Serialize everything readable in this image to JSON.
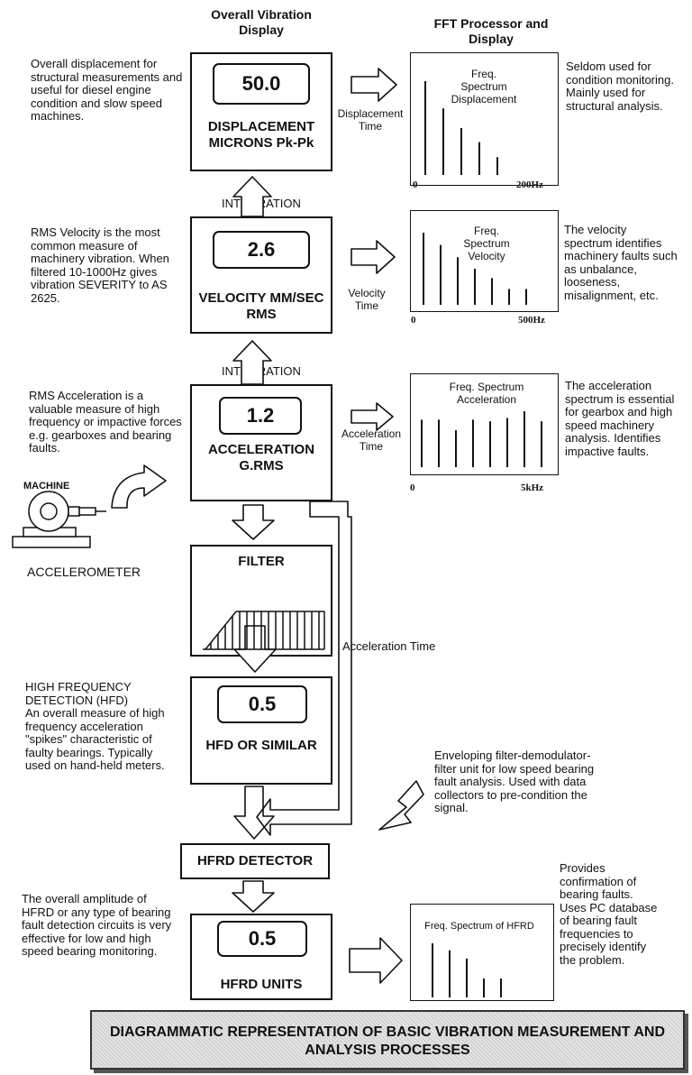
{
  "headers": {
    "overall": "Overall Vibration Display",
    "fft": "FFT Processor and Display"
  },
  "displacement": {
    "value": "50.0",
    "label": "DISPLACEMENT MICRONS Pk-Pk",
    "left_note": "Overall displacement for structural measurements and useful for diesel engine condition and slow speed machines.",
    "signal": "Displacement Time",
    "spectrum_title": "Freq. Spectrum Displacement",
    "axis_start": "0",
    "axis_end": "200Hz",
    "right_note": "Seldom used for condition monitoring. Mainly used for structural analysis.",
    "bars": [
      1.0,
      0.71,
      0.5,
      0.35,
      0.19
    ]
  },
  "integration_1": "INTEGRATION",
  "velocity": {
    "value": "2.6",
    "label": "VELOCITY MM/SEC RMS",
    "left_note": "RMS Velocity is the most common measure of machinery vibration. When filtered 10-1000Hz gives vibration SEVERITY to AS 2625.",
    "signal": "Velocity Time",
    "spectrum_title": "Freq. Spectrum Velocity",
    "axis_start": "0",
    "axis_end": "500Hz",
    "right_note": "The velocity spectrum identifies machinery faults such as unbalance, looseness, misalignment, etc.",
    "bars": [
      1.0,
      0.83,
      0.66,
      0.5,
      0.37,
      0.22,
      0.22
    ]
  },
  "integration_2": "INTEGRATION",
  "acceleration": {
    "value": "1.2",
    "label": "ACCELERATION G.RMS",
    "left_note": "RMS Acceleration is a valuable measure of high frequency or impactive forces e.g. gearboxes and bearing faults.",
    "signal": "Acceleration Time",
    "spectrum_title": "Freq. Spectrum Acceleration",
    "axis_start": "0",
    "axis_end": "5kHz",
    "right_note": "The acceleration spectrum is essential for gearbox and high speed machinery analysis. Identifies impactive faults.",
    "bars": [
      0.85,
      0.85,
      0.66,
      0.85,
      0.82,
      0.88,
      1.0,
      0.82
    ]
  },
  "machine": {
    "label": "MACHINE",
    "accelerometer": "ACCELEROMETER"
  },
  "filter": {
    "label": "FILTER",
    "side_signal": "Acceleration Time"
  },
  "hfd": {
    "value": "0.5",
    "label": "HFD OR SIMILAR",
    "note_title": "HIGH FREQUENCY DETECTION (HFD)",
    "note": "An overall measure of high frequency acceleration \"spikes\" characteristic of faulty bearings. Typically used on hand-held meters."
  },
  "enveloping_note": "Enveloping filter-demodulator-filter unit for low speed bearing fault analysis. Used with data collectors to pre-condition the signal.",
  "hfrd_detector": "HFRD DETECTOR",
  "hfrd_units": {
    "value": "0.5",
    "label": "HFRD UNITS",
    "left_note": "The overall amplitude of HFRD or any type of bearing fault detection circuits is very effective for low and high speed bearing monitoring.",
    "spectrum_title": "Freq. Spectrum of HFRD",
    "right_note": "Provides confirmation of bearing faults. Uses PC database of bearing fault frequencies to precisely identify the problem.",
    "bars": [
      1.0,
      0.87,
      0.72,
      0.35,
      0.35
    ]
  },
  "footer": "DIAGRAMMATIC REPRESENTATION OF BASIC VIBRATION MEASUREMENT AND ANALYSIS PROCESSES"
}
